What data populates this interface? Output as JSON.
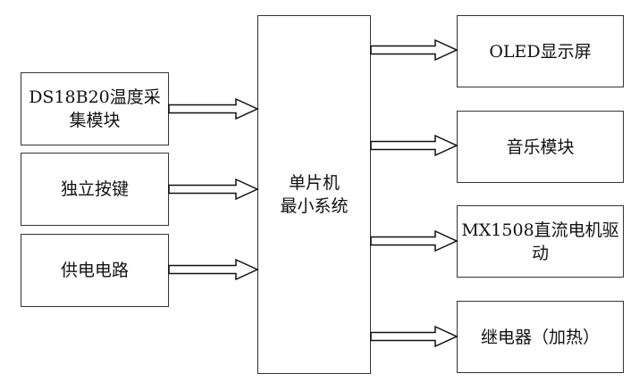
{
  "diagram": {
    "inputs": [
      {
        "label_line1": "DS18B20温度采",
        "label_line2": "集模块"
      },
      {
        "label_line1": "独立按键"
      },
      {
        "label_line1": "供电电路"
      }
    ],
    "center": {
      "label_line1": "单片机",
      "label_line2": "最小系统"
    },
    "outputs": [
      {
        "label_line1": "OLED显示屏"
      },
      {
        "label_line1": "音乐模块"
      },
      {
        "label_line1": "MX1508直流电机驱",
        "label_line2": "动"
      },
      {
        "label_line1": "继电器（加热）"
      }
    ],
    "edges": [
      {
        "from": "DS18B20温度采集模块",
        "to": "单片机最小系统"
      },
      {
        "from": "独立按键",
        "to": "单片机最小系统"
      },
      {
        "from": "供电电路",
        "to": "单片机最小系统"
      },
      {
        "from": "单片机最小系统",
        "to": "OLED显示屏"
      },
      {
        "from": "单片机最小系统",
        "to": "音乐模块"
      },
      {
        "from": "单片机最小系统",
        "to": "MX1508直流电机驱动"
      },
      {
        "from": "单片机最小系统",
        "to": "继电器（加热）"
      }
    ]
  }
}
